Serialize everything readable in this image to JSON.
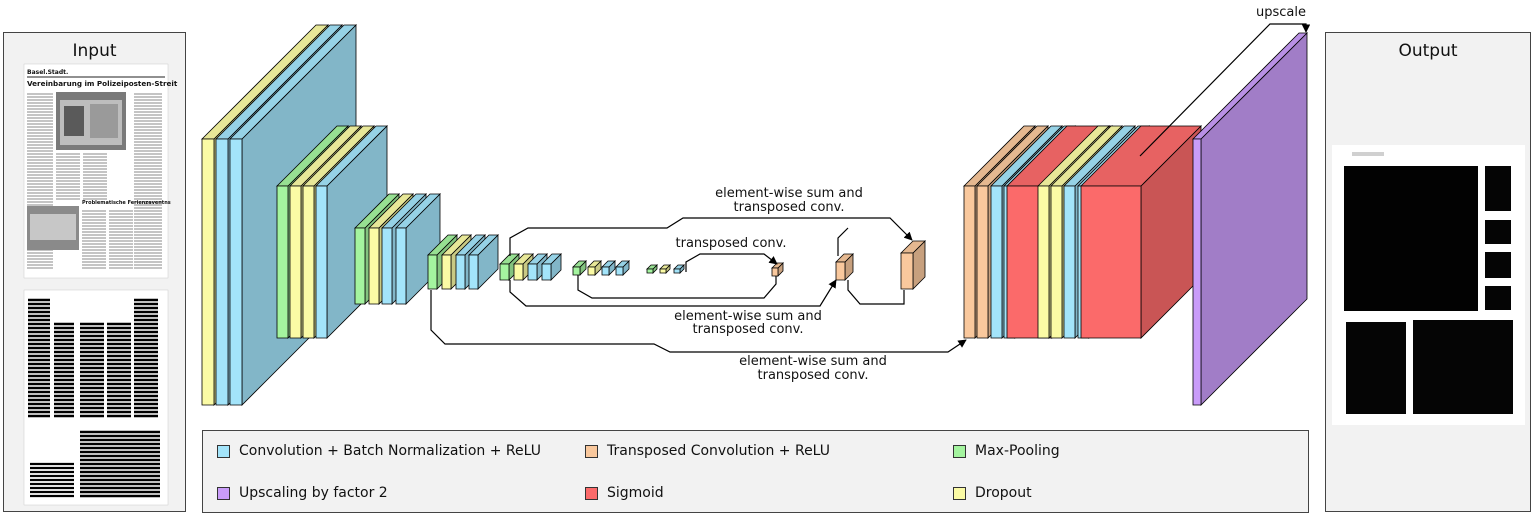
{
  "input_panel": {
    "title": "Input"
  },
  "output_panel": {
    "title": "Output"
  },
  "labels": {
    "upscale": "upscale",
    "skip_top_1": "element-wise sum and",
    "skip_top_2": "transposed conv.",
    "skip_inner": "transposed conv.",
    "skip_mid_1": "element-wise sum and",
    "skip_mid_2": "transposed conv.",
    "skip_bottom_1": "element-wise sum and",
    "skip_bottom_2": "transposed conv."
  },
  "legend": [
    {
      "label": "Convolution + Batch Normalization + ReLU",
      "color": "#a3e4fa"
    },
    {
      "label": "Transposed Convolution + ReLU",
      "color": "#f9c89d"
    },
    {
      "label": "Max-Pooling",
      "color": "#a4f49f"
    },
    {
      "label": "Upscaling by factor 2",
      "color": "#c99cf9"
    },
    {
      "label": "Sigmoid",
      "color": "#fb6a6a"
    },
    {
      "label": "Dropout",
      "color": "#fbfba5"
    }
  ],
  "input_document": {
    "headline": "Vereinbarung im Polizeiposten-Streit",
    "masthead": "Basel.Stadt.",
    "subheadline": "Problematische Ferienzaventns"
  }
}
